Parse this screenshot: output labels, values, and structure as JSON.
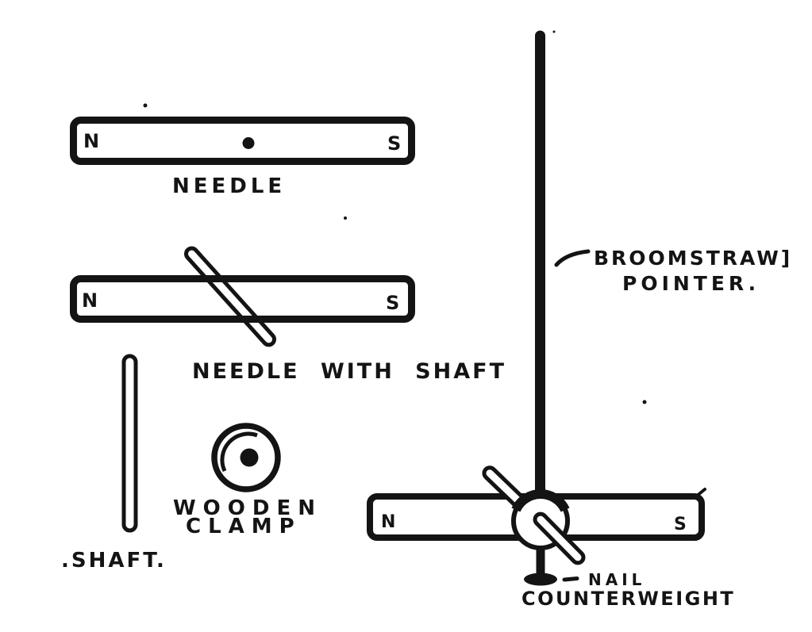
{
  "colors": {
    "paper": "#ffffff",
    "ink": "#141414"
  },
  "diagram": {
    "needle": {
      "pole_n": "N",
      "pole_s": "S",
      "label": "NEEDLE"
    },
    "needle_with_shaft": {
      "pole_n": "N",
      "pole_s": "S",
      "label": "NEEDLE WITH SHAFT"
    },
    "shaft": {
      "label": ".SHAFT."
    },
    "wooden_clamp": {
      "label_line1": "WOODEN",
      "label_line2": "CLAMP"
    },
    "assembled": {
      "pole_n": "N",
      "pole_s": "S",
      "broomstraw_label_line1": "BROOMSTRAW]",
      "broomstraw_label_line2": "POINTER.",
      "nail_label_line1": "NAIL",
      "nail_label_line2": "COUNTERWEIGHT"
    }
  }
}
